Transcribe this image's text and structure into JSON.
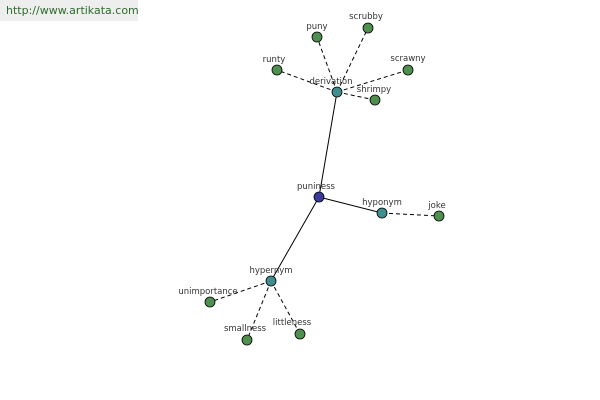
{
  "header": {
    "url_text": "http://www.artikata.com"
  },
  "colors": {
    "center": "#3a3a9c",
    "relation": "#3f8f8f",
    "leaf": "#4f8f4f",
    "url_text": "#2e6b2e"
  },
  "graph": {
    "center": "puniness",
    "relations": [
      {
        "name": "derivation",
        "terms": [
          "puny",
          "scrubby",
          "runty",
          "scrawny",
          "shrimpy"
        ]
      },
      {
        "name": "hyponym",
        "terms": [
          "joke"
        ]
      },
      {
        "name": "hypernym",
        "terms": [
          "unimportance",
          "smallness",
          "littleness"
        ]
      }
    ]
  }
}
